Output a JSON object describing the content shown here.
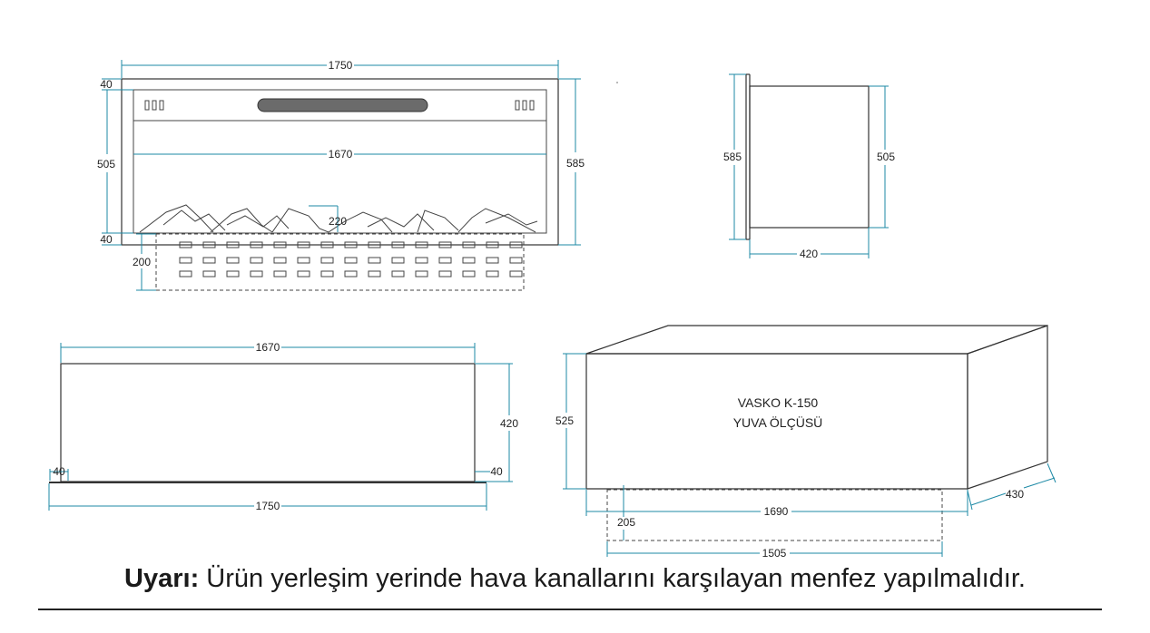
{
  "front_view": {
    "overall_width": "1750",
    "inner_width": "1670",
    "top_margin": "40",
    "bottom_margin": "40",
    "inner_height": "505",
    "overall_height": "585",
    "log_height": "220",
    "vent_height": "200"
  },
  "side_view": {
    "overall_height": "585",
    "inner_height": "505",
    "depth": "420"
  },
  "top_view": {
    "inner_width": "1670",
    "overall_width": "1750",
    "depth": "420",
    "left_margin": "40",
    "right_margin": "40"
  },
  "niche": {
    "model": "VASKO K-150",
    "subtitle": "YUVA  ÖLÇÜSÜ",
    "height": "525",
    "width": "1690",
    "depth": "430",
    "vent_height": "205",
    "vent_width": "1505"
  },
  "warning": {
    "label": "Uyarı:",
    "text": " Ürün yerleşim yerinde hava kanallarını karşılayan menfez yapılmalıdır."
  }
}
